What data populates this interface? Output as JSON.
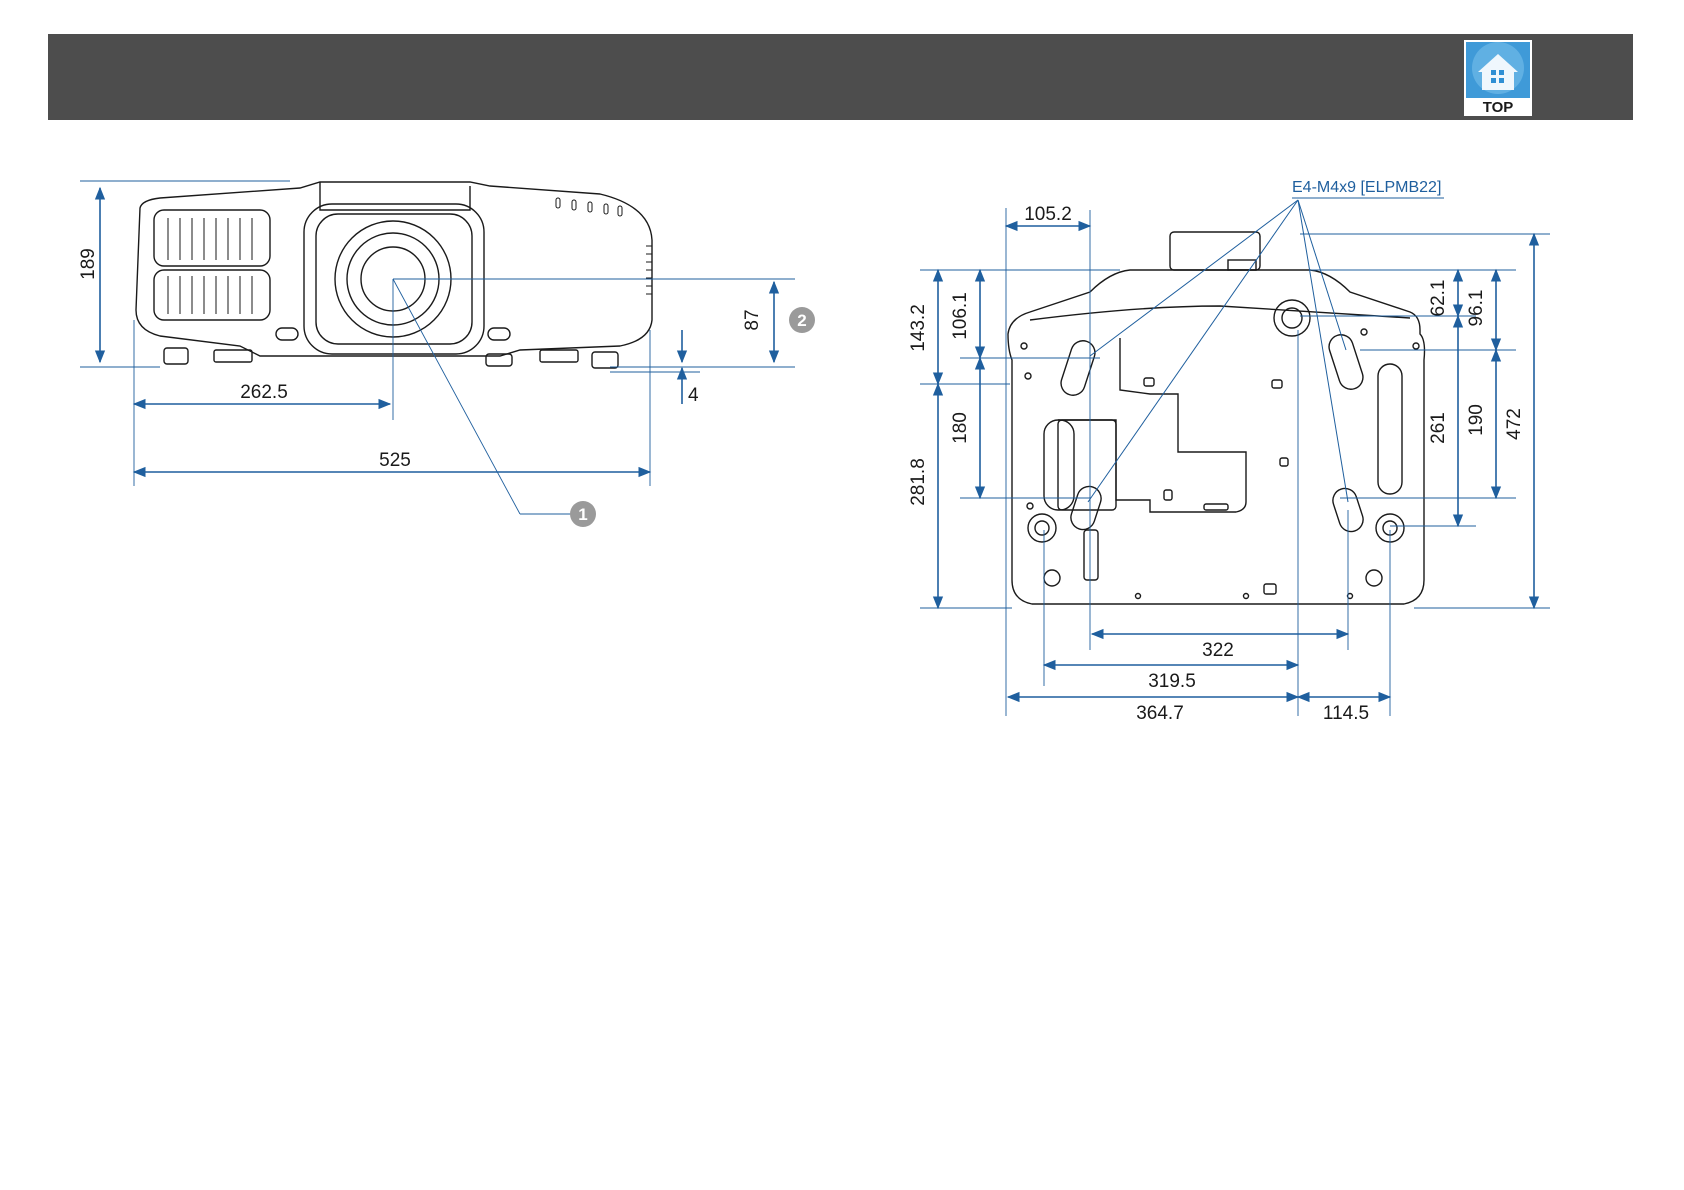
{
  "header": {
    "top_button_label": "TOP",
    "top_icon": "house-icon"
  },
  "colors": {
    "header_bg": "#4d4d4d",
    "dimension_line": "#1f5f9e",
    "outline": "#1a1a1a",
    "marker": "#9a9a9a",
    "top_icon_blue": "#2f8fd4"
  },
  "front_view": {
    "dimensions": {
      "height_total": "189",
      "lens_center_from_left": "262.5",
      "width_total": "525",
      "lens_center_height": "87",
      "foot_height": "4"
    },
    "markers": [
      "1",
      "2"
    ]
  },
  "bottom_view": {
    "callout": "E4-M4x9 [ELPMB22]",
    "dimensions": {
      "top_105_2": "105.2",
      "left_143_2": "143.2",
      "left_106_1": "106.1",
      "left_180": "180",
      "left_281_8": "281.8",
      "right_62_1": "62.1",
      "right_96_1": "96.1",
      "right_261": "261",
      "right_190": "190",
      "right_472": "472",
      "bottom_322": "322",
      "bottom_319_5": "319.5",
      "bottom_364_7": "364.7",
      "bottom_114_5": "114.5"
    }
  }
}
